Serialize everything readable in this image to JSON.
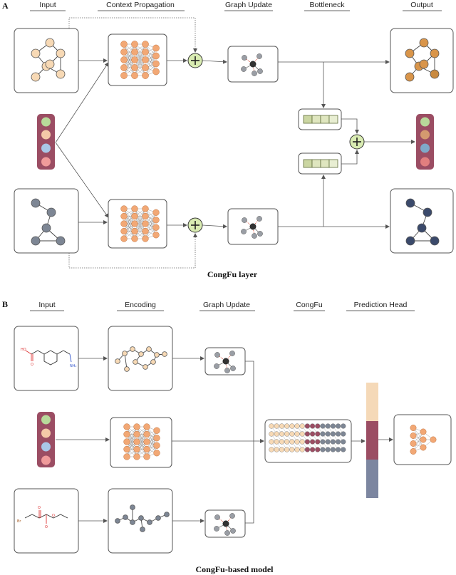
{
  "panel_a": {
    "label": "A",
    "headers": [
      "Input",
      "Context Propagation",
      "Graph Update",
      "Bottleneck",
      "Output"
    ],
    "caption": "CongFu layer"
  },
  "panel_b": {
    "label": "B",
    "headers": [
      "Input",
      "Encoding",
      "Graph Update",
      "CongFu",
      "Prediction Head"
    ],
    "caption": "CongFu-based model",
    "molecule_top_labels": [
      "HO",
      "O",
      "NH₂"
    ],
    "molecule_bottom_labels": [
      "Br",
      "O",
      "O",
      "O"
    ]
  },
  "colors": {
    "orange_node": "#f2a875",
    "orange_light": "#f7d9b5",
    "navy_node": "#3b4a6b",
    "gray_node": "#7d8694",
    "context_bar": "#9b4d63",
    "context_dots": [
      "#b8d99a",
      "#f4c9a8",
      "#a9c8e8",
      "#f09b9b"
    ],
    "bottleneck_cell": "#dfe6bf",
    "bottleneck_dark": "#5e6b3a",
    "sum_node": "#d9ecb2",
    "head_segments": [
      "#f5d9b8",
      "#9b4d63",
      "#7c86a0"
    ]
  }
}
